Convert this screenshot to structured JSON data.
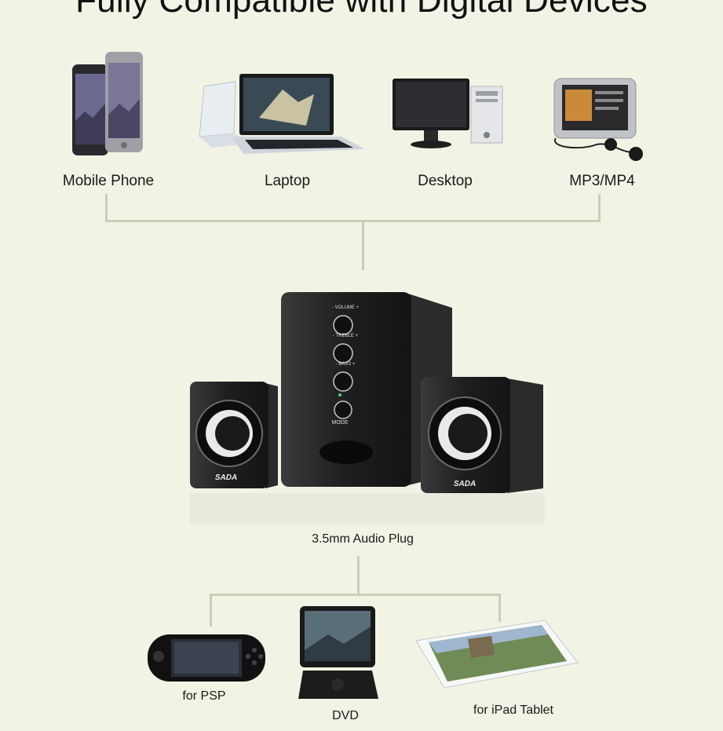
{
  "title": "Fully Compatible with Digital Devices",
  "devices_top": [
    {
      "label": "Mobile Phone",
      "icon": "mobile-phone-icon"
    },
    {
      "label": "Laptop",
      "icon": "laptop-icon"
    },
    {
      "label": "Desktop",
      "icon": "desktop-icon"
    },
    {
      "label": "MP3/MP4",
      "icon": "mp3-player-icon"
    }
  ],
  "speaker": {
    "brand": "SADA",
    "controls": [
      "- VOLUME +",
      "- TREBLE +",
      "- BASS +",
      "MODE"
    ]
  },
  "plug_label": "3.5mm Audio Plug",
  "devices_bottom": [
    {
      "label": "for PSP",
      "icon": "psp-icon"
    },
    {
      "label": "DVD",
      "icon": "dvd-player-icon"
    },
    {
      "label": "for iPad Tablet",
      "icon": "tablet-icon"
    }
  ]
}
